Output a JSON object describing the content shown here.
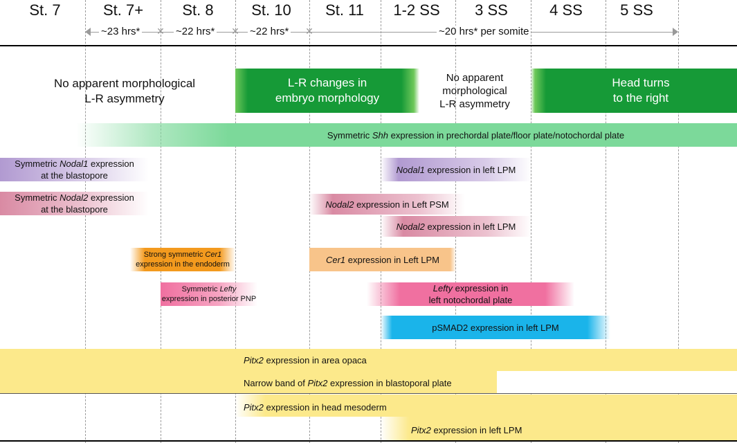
{
  "colors": {
    "green_dark": "#169a37",
    "green_light": "#7cd99a",
    "purple": "#b19ad1",
    "pink_nodal2": "#d98aa3",
    "orange": "#f39a1e",
    "peach": "#f8c48a",
    "pink_lefty": "#f070a0",
    "cyan": "#1ab4ea",
    "yellow": "#fce98b"
  },
  "stages": [
    "St. 7",
    "St. 7+",
    "St. 8",
    "St. 10",
    "St. 11",
    "1-2 SS",
    "3 SS",
    "4 SS",
    "5 SS"
  ],
  "durations": [
    "~23 hrs*",
    "~22 hrs*",
    "~22 hrs*",
    "~20 hrs* per somite"
  ],
  "morphology": {
    "left_line1": "No apparent morphological",
    "left_line2": "L-R asymmetry",
    "lr_changes_line1": "L-R changes in",
    "lr_changes_line2": "embryo morphology",
    "middle_line1": "No apparent",
    "middle_line2": "morphological",
    "middle_line3": "L-R asymmetry",
    "head_line1": "Head turns",
    "head_line2": "to the right"
  },
  "bars": {
    "shh": {
      "pre": "Symmetric ",
      "it": "Shh",
      "post": " expression in prechordal plate/floor plate/notochordal plate"
    },
    "nodal1_sym": {
      "pre": "Symmetric ",
      "it": "Nodal1",
      "post": " expression",
      "line2": "at the blastopore"
    },
    "nodal1_left": {
      "it": "Nodal1",
      "post": " expression in left LPM"
    },
    "nodal2_sym": {
      "pre": "Symmetric ",
      "it": "Nodal2",
      "post": " expression",
      "line2": "at the blastopore"
    },
    "nodal2_psm": {
      "it": "Nodal2",
      "post": " expression in Left PSM"
    },
    "nodal2_lpm": {
      "it": "Nodal2",
      "post": " expression in left LPM"
    },
    "cer1_sym": {
      "pre": "Strong symmetric ",
      "it": "Cer1",
      "line2": "expression in the endoderm"
    },
    "cer1_left": {
      "it": "Cer1",
      "post": " expression in Left LPM"
    },
    "lefty_sym": {
      "pre": "Symmetric ",
      "it": "Lefty",
      "line2": "expression in posterior PNP"
    },
    "lefty_left": {
      "it": "Lefty",
      "post": " expression in",
      "line2": "left notochordal plate"
    },
    "psmad2": {
      "text": "pSMAD2 expression in left LPM"
    },
    "pitx2_opaca": {
      "it": "Pitx2",
      "post": " expression in area opaca"
    },
    "pitx2_narrow": {
      "pre": "Narrow band of ",
      "it": "Pitx2",
      "post": " expression in blastoporal plate"
    },
    "pitx2_head": {
      "it": "Pitx2",
      "post": " expression in head mesoderm"
    },
    "pitx2_lpm": {
      "it": "Pitx2",
      "post": " expression in left LPM"
    }
  }
}
